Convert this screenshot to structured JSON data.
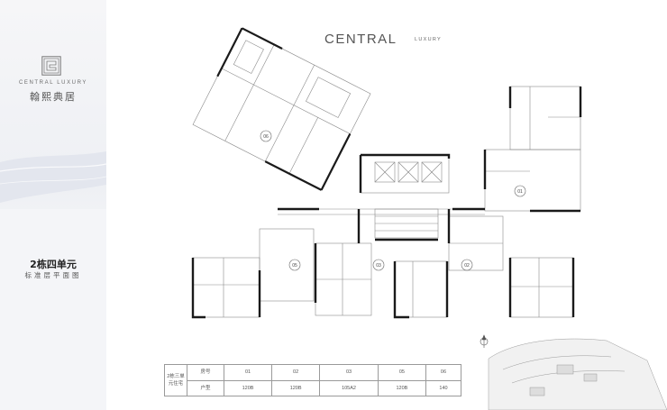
{
  "brand": {
    "name_en": "CENTRAL LUXURY",
    "name_cn": "翰熙典居",
    "logo": "square-seal-logo-icon"
  },
  "header": {
    "title_main": "CENTRAL",
    "title_sub": "LUXURY"
  },
  "building": {
    "title": "2栋四单元",
    "subtitle": "标准层平面图"
  },
  "units": [
    {
      "id": "06"
    },
    {
      "id": "01"
    },
    {
      "id": "05"
    },
    {
      "id": "03"
    },
    {
      "id": "02"
    }
  ],
  "table": {
    "row_header": "2栋三单元住宅",
    "label_room": "房号",
    "label_type": "户型",
    "rooms": [
      "01",
      "02",
      "03",
      "05",
      "06"
    ],
    "types": [
      "120B",
      "120B",
      "105A2",
      "120B",
      "140"
    ]
  },
  "colors": {
    "wall": "#1a1a1a",
    "line": "#8a8a8a",
    "accent": "#bfc4d0"
  },
  "icons": [
    "north-arrow-icon",
    "site-map-thumbnail"
  ]
}
